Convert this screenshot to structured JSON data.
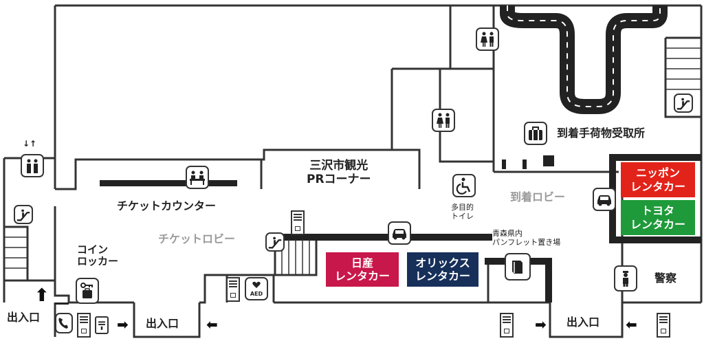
{
  "areas": {
    "ticket_counter": "チケットカウンター",
    "ticket_lobby": "チケットロビー",
    "misawa_pr": [
      "三沢市観光",
      "PRコーナー"
    ],
    "baggage_claim": "到着手荷物受取所",
    "arrival_lobby": "到着ロビー",
    "coin_locker": [
      "コイン",
      "ロッカー"
    ],
    "multipurpose_toilet": [
      "多目的",
      "トイレ"
    ],
    "pamphlet": [
      "青森県内",
      "パンフレット置き場"
    ],
    "police": "警察",
    "aed": "AED"
  },
  "rentacar": {
    "nissan": {
      "lines": [
        "日産",
        "レンタカー"
      ],
      "color": "#c8174a"
    },
    "orix": {
      "lines": [
        "オリックス",
        "レンタカー"
      ],
      "color": "#17305a"
    },
    "nippon": {
      "lines": [
        "ニッポン",
        "レンタカー"
      ],
      "color": "#e2231a"
    },
    "toyota": {
      "lines": [
        "トヨタ",
        "レンタカー"
      ],
      "color": "#1f9a3a"
    }
  },
  "entrances": {
    "left": "出入口",
    "center": "出入口",
    "right": "出入口"
  },
  "icons": [
    "restroom-icon",
    "elevator-icon",
    "escalator-icon",
    "reception-icon",
    "accessible-toilet-icon",
    "car-icon",
    "luggage-icon",
    "key-locker-icon",
    "aed-icon",
    "pamphlet-icon",
    "police-icon",
    "vending-machine-icon",
    "mailbox-icon",
    "phone-icon"
  ]
}
